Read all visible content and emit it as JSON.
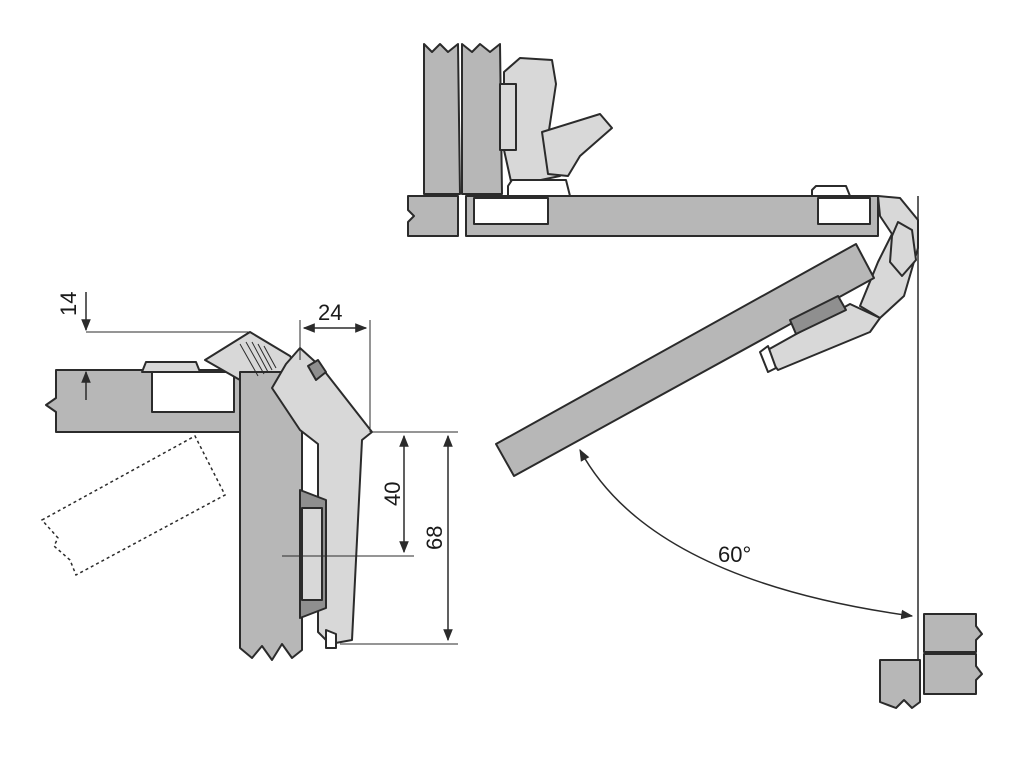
{
  "dimensions": {
    "overlay_height": "14",
    "hinge_depth": "24",
    "cup_offset": "40",
    "total_height": "68"
  },
  "angles": {
    "opening_angle": "60°"
  },
  "colors": {
    "panel_fill": "#b7b7b7",
    "hinge_fill": "#d8d8d8",
    "outline": "#2b2b2b"
  }
}
